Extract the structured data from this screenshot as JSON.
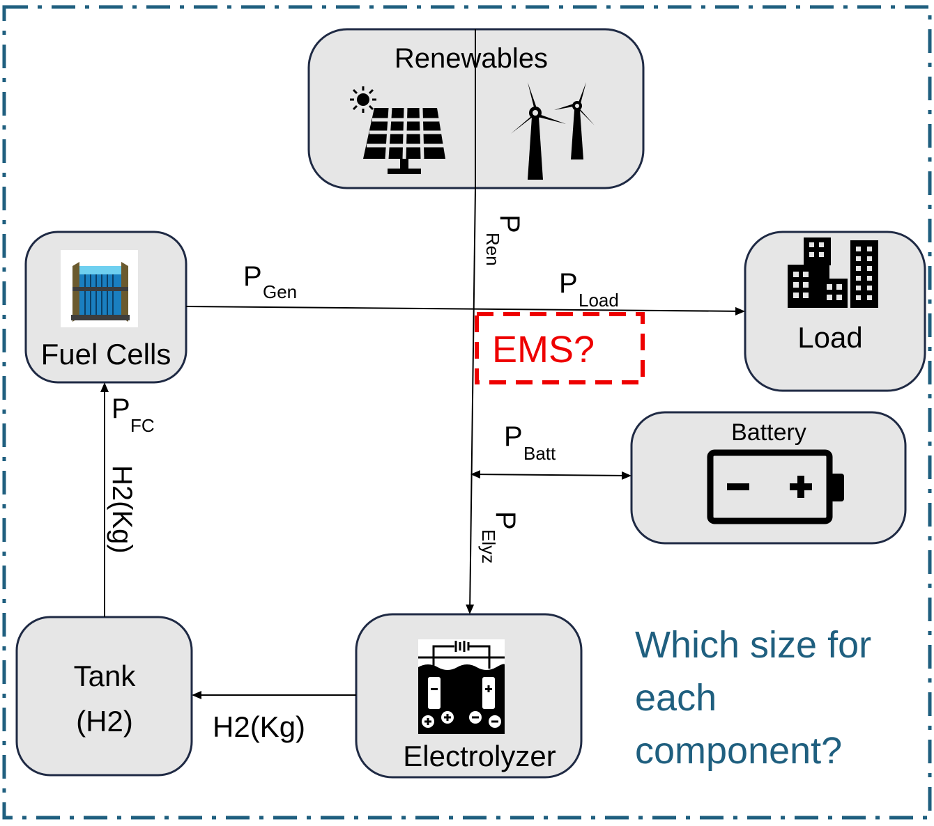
{
  "nodes": {
    "renewables": {
      "title": "Renewables"
    },
    "fuel_cells": {
      "title": "Fuel Cells"
    },
    "load": {
      "title": "Load"
    },
    "battery": {
      "title": "Battery"
    },
    "tank": {
      "title_line1": "Tank",
      "title_line2": "(H2)"
    },
    "electrolyzer": {
      "title": "Electrolyzer"
    }
  },
  "flows": {
    "p_ren": {
      "symbol": "P",
      "subscript": "Ren"
    },
    "p_gen": {
      "symbol": "P",
      "subscript": "Gen"
    },
    "p_load": {
      "symbol": "P",
      "subscript": "Load"
    },
    "p_batt": {
      "symbol": "P",
      "subscript": "Batt"
    },
    "p_elyz": {
      "symbol": "P",
      "subscript": "Elyz"
    },
    "p_fc": {
      "symbol": "P",
      "subscript": "FC"
    },
    "h2_up": "H2(Kg)",
    "h2_left": "H2(Kg)"
  },
  "ems": {
    "label": "EMS?",
    "color": "#ee0000"
  },
  "question": {
    "line1": "Which size for",
    "line2": "each",
    "line3": "component?",
    "color": "#1f5f7f"
  },
  "colors": {
    "node_fill": "#e6e6e6",
    "node_stroke": "#1f2a44",
    "frame": "#1f5f7f"
  }
}
